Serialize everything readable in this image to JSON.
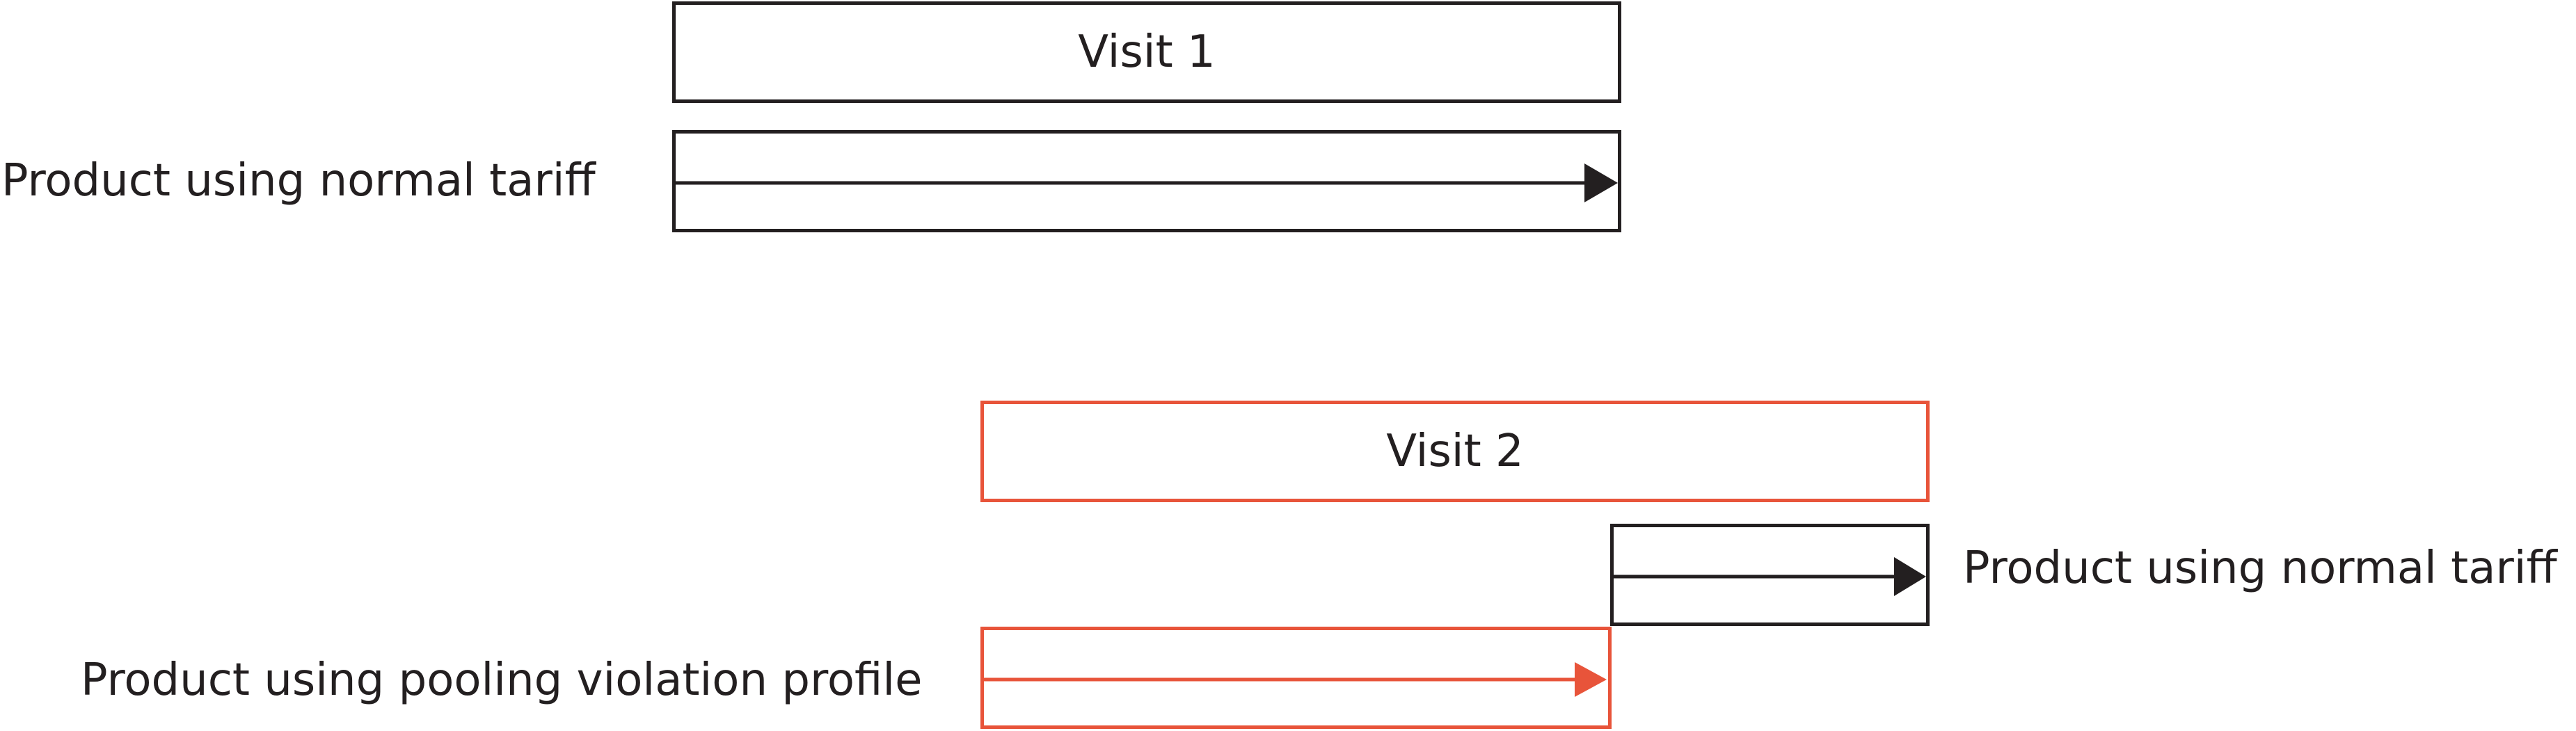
{
  "diagram": {
    "visit1": {
      "title": "Visit 1"
    },
    "visit2": {
      "title": "Visit 2"
    },
    "rows": [
      {
        "label": "Product using normal tariff",
        "style": "normal"
      },
      {
        "label": "Product using normal tariff",
        "style": "normal"
      },
      {
        "label": "Product using pooling violation profile",
        "style": "violation"
      }
    ]
  },
  "colors": {
    "normal": "#231f20",
    "violation": "#e8543a",
    "background": "#ffffff"
  }
}
